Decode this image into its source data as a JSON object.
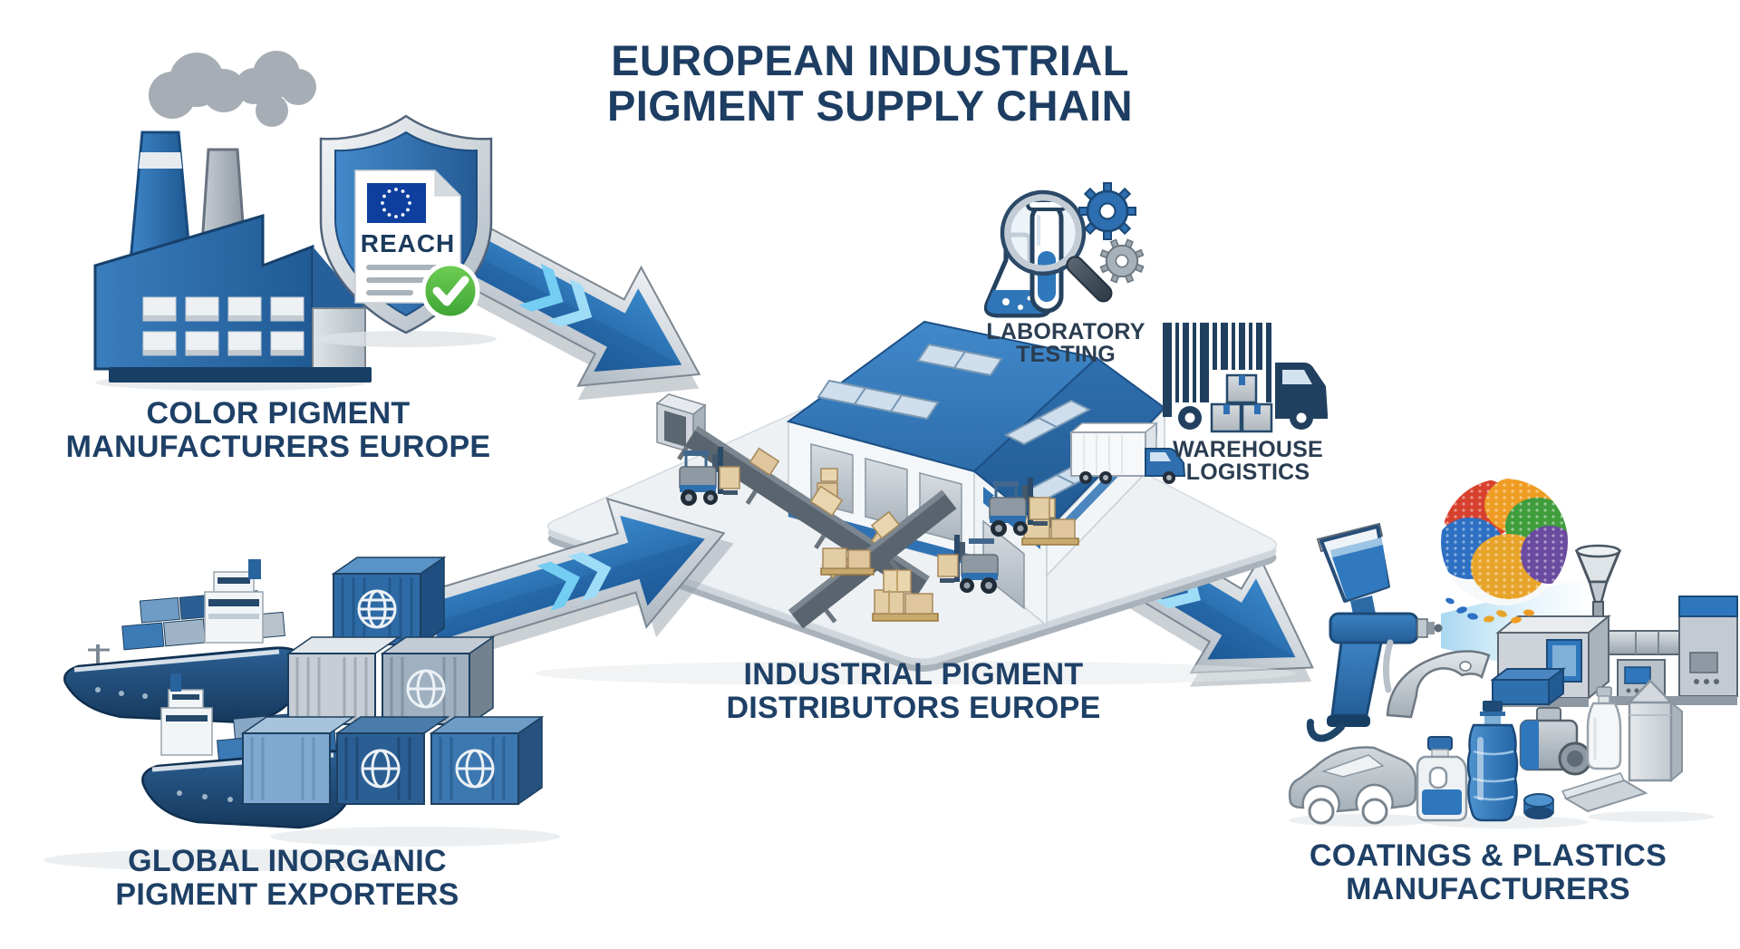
{
  "page": {
    "background": "#ffffff"
  },
  "title": {
    "line1": "EUROPEAN INDUSTRIAL",
    "line2": "PIGMENT SUPPLY CHAIN"
  },
  "nodes": {
    "manufacturers": {
      "label_line1": "COLOR PIGMENT",
      "label_line2": "MANUFACTURERS EUROPE"
    },
    "exporters": {
      "label_line1": "GLOBAL INORGANIC",
      "label_line2": "PIGMENT EXPORTERS"
    },
    "distributors": {
      "label_line1": "INDUSTRIAL PIGMENT",
      "label_line2": "DISTRIBUTORS EUROPE"
    },
    "end_users": {
      "label_line1": "COATINGS & PLASTICS",
      "label_line2": "MANUFACTURERS"
    }
  },
  "badges": {
    "laboratory": {
      "line1": "LABORATORY",
      "line2": "TESTING"
    },
    "logistics": {
      "line1": "WAREHOUSE",
      "line2": "LOGISTICS"
    }
  },
  "compliance": {
    "document_label": "REACH"
  },
  "colors": {
    "title_text": "#1d3d62",
    "label_text": "#1e4066",
    "badge_text": "#2b3d51",
    "arrow_blue": "#2471b5",
    "arrow_chevron": "#74cdf2",
    "silver": "#c9d0d7",
    "shield_blue": "#2f6fb0",
    "eu_flag_blue": "#0e3f9e",
    "check_green": "#4fb53e",
    "roof_blue": "#2f74b6",
    "pellet_red": "#d8402e",
    "pellet_orange": "#ef9c22",
    "pellet_green": "#3f9d3c",
    "pellet_blue": "#2d6fc2",
    "pellet_gold": "#e8a42a",
    "pellet_purple": "#6a4b9f"
  },
  "icons": {
    "factory-icon": "pigment factory with smokestacks",
    "smoke-icon": "smoke clouds",
    "reach-shield-icon": "blue shield holding REACH compliance document",
    "eu-flag-icon": "EU flag with circle of stars",
    "checkmark-icon": "green verified checkmark",
    "flow-arrow-icon": "blue 3D supply-flow arrow with chevrons",
    "cargo-ship-icon": "container cargo ship",
    "shipping-containers-icon": "stacked shipping containers with globe mark",
    "warehouse-building-icon": "distribution warehouse with blue roof and skylights",
    "conveyor-icon": "conveyor belts with parcels",
    "forklift-icon": "forklift carrying a box",
    "pallet-boxes-icon": "palletized cardboard boxes",
    "delivery-truck-icon": "box truck at loading dock",
    "laboratory-testing-icon": "flask, test tube, magnifier and gears",
    "barcode-truck-icon": "barcode shaped as a logistics truck with parcels",
    "spray-gun-icon": "paint spray gun applying blue coating",
    "pigment-pellets-icon": "multicolor plastic pigment pellets",
    "injection-molding-machine-icon": "injection molding machine with hopper",
    "car-body-icon": "car body shell",
    "car-fender-icon": "sprayed car fender panel",
    "detergent-bottle-icon": "detergent bottle with handle",
    "water-bottle-icon": "blue plastic bottle",
    "camera-icon": "camera housing",
    "cosmetic-bottle-icon": "slim white bottle",
    "paper-bag-icon": "gusseted packaging bag",
    "pouch-icon": "flexible pouch sachet",
    "cap-icon": "blue container cap"
  }
}
